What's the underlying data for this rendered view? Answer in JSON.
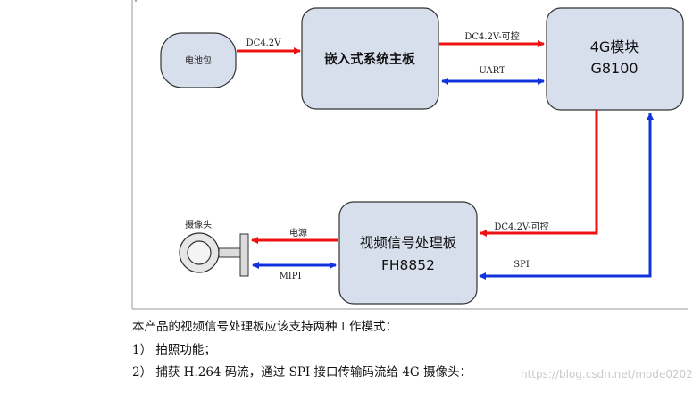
{
  "diagram": {
    "battery": "电池包",
    "mainboard": "嵌入式系统主板",
    "module_4g": {
      "line1": "4G模块",
      "line2": "G8100"
    },
    "camera": "摄像头",
    "video_board": {
      "line1": "视频信号处理板",
      "line2": "FH8852"
    },
    "labels": {
      "battery_to_main": "DC4.2V",
      "main_to_4g_power": "DC4.2V-可控",
      "main_4g_uart": "UART",
      "power_to_video": "DC4.2V-可控",
      "video_spi": "SPI",
      "video_to_camera_power": "电源",
      "camera_mipi": "MIPI"
    },
    "colors": {
      "power": "#ee1111",
      "data": "#1133dd",
      "box_fill": "#d7dfec"
    }
  },
  "text": {
    "line1": "本产品的视频信号处理板应该支持两种工作模式：",
    "line2": "1）  拍照功能；",
    "line3": "2）  捕获 H.264  码流，通过 SPI 接口传输码流给 4G 摄像头："
  },
  "watermark": "https://blog.csdn.net/mode0202"
}
